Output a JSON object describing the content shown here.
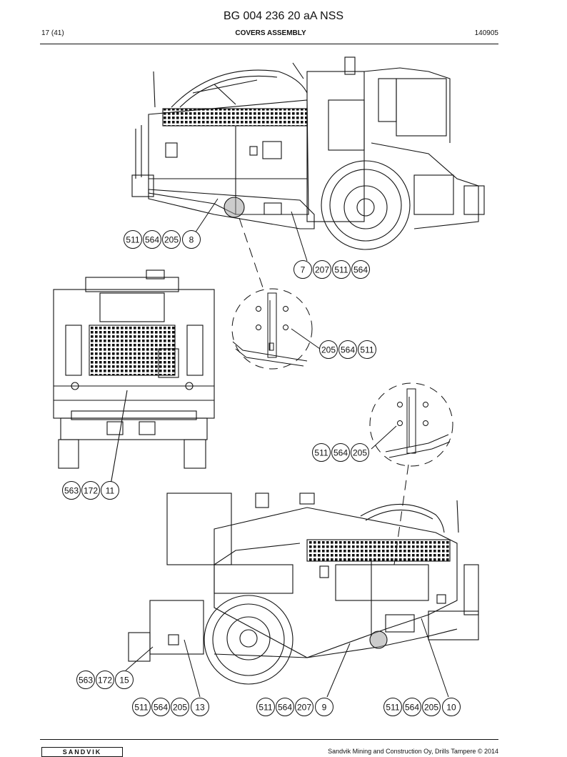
{
  "header": {
    "doc_title": "BG 004 236 20 aA NSS",
    "page": "17 (41)",
    "section": "COVERS ASSEMBLY",
    "date": "140905"
  },
  "callouts": [
    {
      "id": "c1",
      "labels": [
        "511",
        "564",
        "205",
        "8"
      ]
    },
    {
      "id": "c2",
      "labels": [
        "7",
        "207",
        "511",
        "564"
      ]
    },
    {
      "id": "c3",
      "labels": [
        "205",
        "564",
        "511"
      ]
    },
    {
      "id": "c4",
      "labels": [
        "511",
        "564",
        "205"
      ]
    },
    {
      "id": "c5",
      "labels": [
        "563",
        "172",
        "11"
      ]
    },
    {
      "id": "c6",
      "labels": [
        "563",
        "172",
        "15"
      ]
    },
    {
      "id": "c7",
      "labels": [
        "511",
        "564",
        "205",
        "13"
      ]
    },
    {
      "id": "c8",
      "labels": [
        "511",
        "564",
        "207",
        "9"
      ]
    },
    {
      "id": "c9",
      "labels": [
        "511",
        "564",
        "205",
        "10"
      ]
    }
  ],
  "footer": {
    "logo": "SANDVIK",
    "copyright": "Sandvik Mining and Construction Oy, Drills Tampere © 2014"
  }
}
